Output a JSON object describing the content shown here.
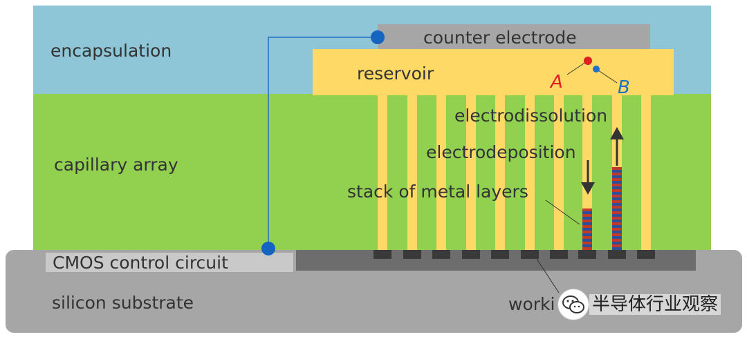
{
  "labels": {
    "encapsulation": "encapsulation",
    "counter_electrode": "counter electrode",
    "reservoir": "reservoir",
    "capillary_array": "capillary array",
    "electrodissolution": "electrodissolution",
    "electrodeposition": "electrodeposition",
    "stack_of_metal_layers": "stack of metal layers",
    "cmos_control_circuit": "CMOS control circuit",
    "silicon_substrate": "silicon substrate",
    "working_electrode_partial": "worki"
  },
  "species": {
    "a": "A",
    "b": "B"
  },
  "watermark": {
    "text": "半导体行业观察",
    "icon": "wechat-icon"
  },
  "colors": {
    "encapsulation": "#8ec6d8",
    "capillary": "#92d050",
    "reservoir": "#ffd966",
    "substrate": "#a6a6a6",
    "species_a": "#e02020",
    "species_b": "#1f6fc5",
    "metal_stripe_red": "#c0392b",
    "metal_stripe_blue": "#2e4e9a"
  }
}
